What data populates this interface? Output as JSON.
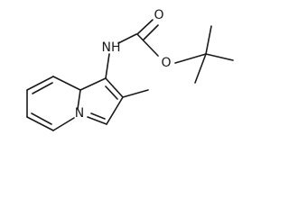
{
  "structure": {
    "atoms": [
      {
        "id": "nh",
        "label": "NH"
      },
      {
        "id": "o_carbonyl",
        "label": "O"
      },
      {
        "id": "o_ester",
        "label": "O"
      },
      {
        "id": "n_ring",
        "label": "N"
      }
    ]
  }
}
